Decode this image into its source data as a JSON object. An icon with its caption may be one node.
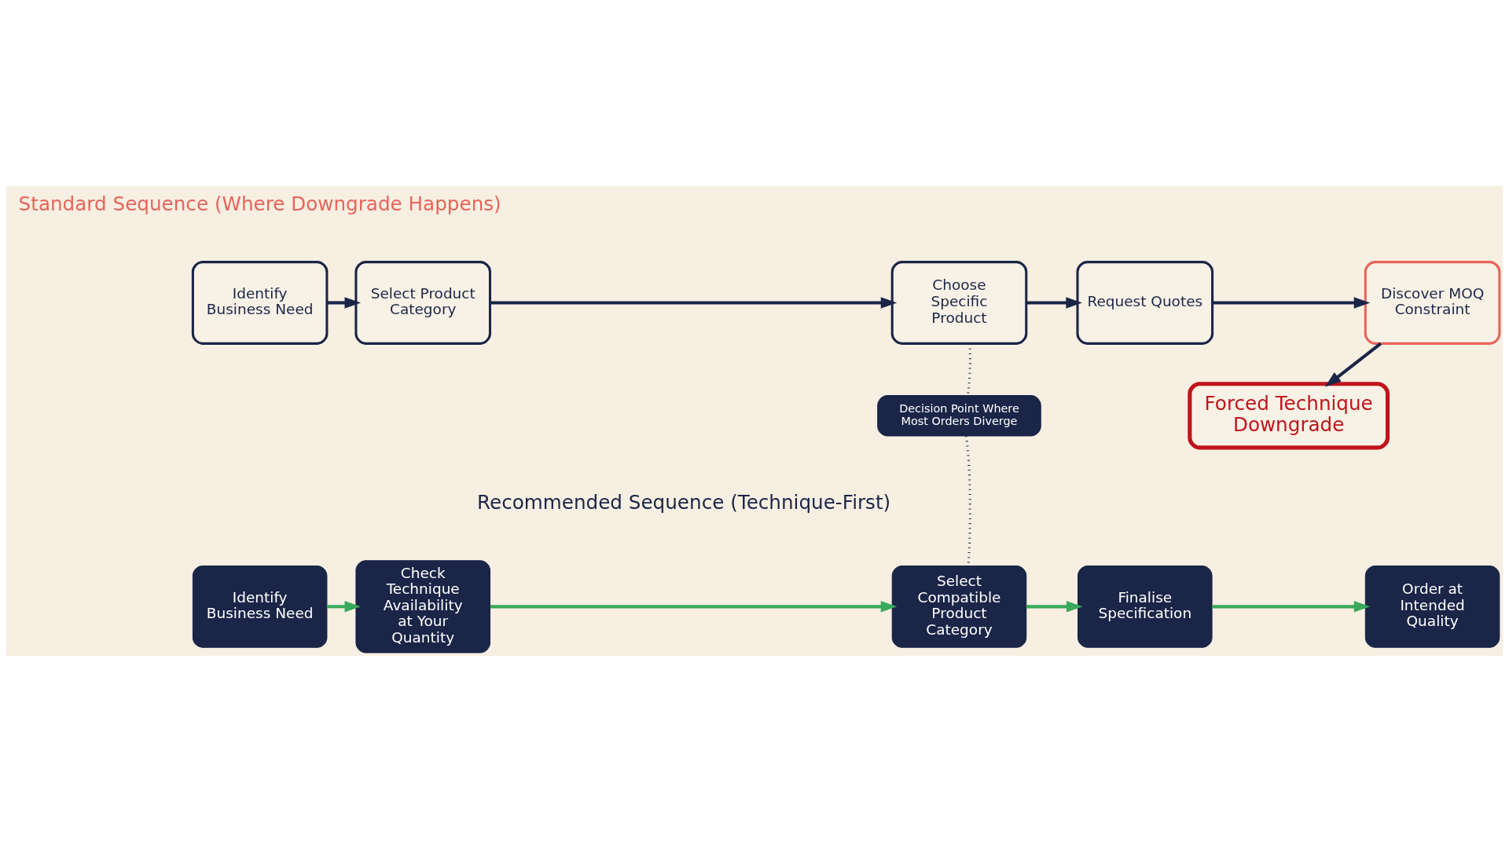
{
  "diagram": {
    "nodes": [
      {
        "text": [
          "Identify Business Need"
        ]
      },
      {
        "text": [
          "Select Product Category"
        ]
      },
      {
        "text": [
          "Choose Specific Product"
        ]
      },
      {
        "text": [
          "Request Quotes"
        ]
      },
      {
        "text": [
          "Discover MOQ Constraint"
        ]
      },
      {
        "text": [
          "Forced Technique Downgrade"
        ]
      },
      {
        "text": [
          "Decision Point Where Most Orders Diverge"
        ]
      },
      {
        "text": [
          "Identify Business Need"
        ]
      },
      {
        "text": [
          "Check Technique Availability at Your Quantity"
        ]
      },
      {
        "text": [
          "Select Compatible Product Category"
        ]
      },
      {
        "text": [
          "Finalise Specification"
        ]
      },
      {
        "text": [
          "Order at Intended Quality"
        ]
      }
    ],
    "edges": [
      {
        "from": 0,
        "to": 1,
        "arrow": "to"
      },
      {
        "from": 1,
        "to": 2,
        "arrow": "to"
      },
      {
        "from": 2,
        "to": 3,
        "arrow": "to"
      },
      {
        "from": 3,
        "to": 4,
        "arrow": "to"
      },
      {
        "from": 4,
        "to": 5,
        "arrow": "to"
      },
      {
        "from": 2,
        "to": 6,
        "arrow": "none",
        "style": "dashed"
      },
      {
        "from": 6,
        "to": 9,
        "arrow": "none",
        "style": "dashed"
      },
      {
        "from": 7,
        "to": 8,
        "arrow": "to",
        "color": "#3aa85c"
      },
      {
        "from": 8,
        "to": 9,
        "arrow": "to",
        "color": "#3aa85c"
      },
      {
        "from": 9,
        "to": 10,
        "arrow": "to",
        "color": "#3aa85c"
      },
      {
        "from": 10,
        "to": 11,
        "arrow": "to",
        "color": "#3aa85c"
      }
    ],
    "labels": [
      "Standard Sequence (Where Downgrade Happens)",
      "Recommended Sequence (Technique-First)"
    ]
  }
}
